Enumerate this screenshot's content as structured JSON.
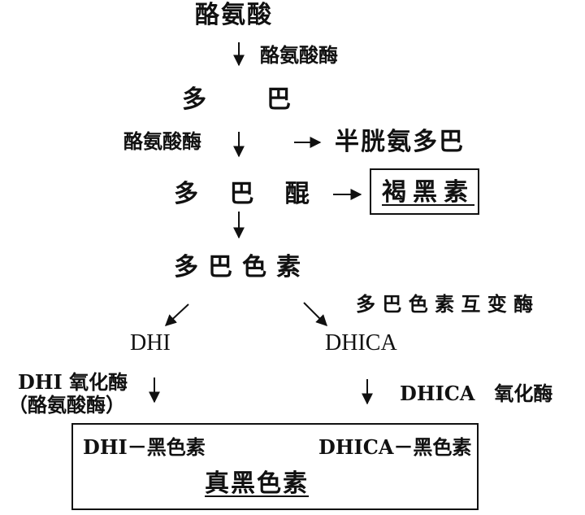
{
  "nodes": {
    "tyrosine": "酪氨酸",
    "dopa": "多　巴",
    "cysteinyl_dopa": "半胱氨多巴",
    "dopaquinone": "多 巴 醌",
    "pheomelanin": "褐黑素",
    "dopachrome": "多巴色素",
    "dhi": "DHI",
    "dhica": "DHICA",
    "dhi_melanin": "DHI－黑色素",
    "dhica_melanin": "DHICA－黑色素",
    "eumelanin": "真黑色素"
  },
  "enzymes": {
    "tyrosinase_1": "酪氨酸酶",
    "tyrosinase_2": "酪氨酸酶",
    "dopachrome_tautomerase": "多 巴 色 素 互 变 酶",
    "dhi_oxidase_line1": "DHI 氧化酶",
    "dhi_oxidase_line2": "（酪氨酸酶）",
    "dhica_oxidase": "DHICA　氧化酶"
  }
}
